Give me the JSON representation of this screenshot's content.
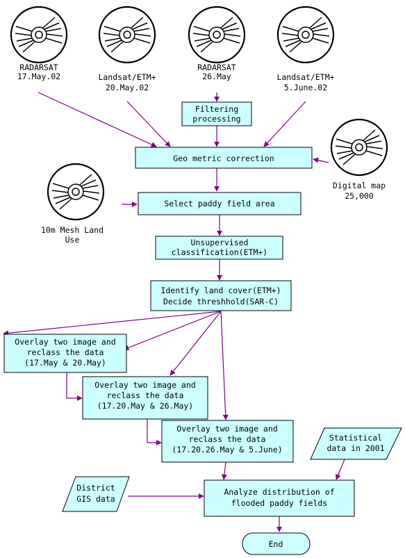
{
  "sources": {
    "radarsat_1": {
      "line1": "RADARSAT",
      "line2": "17.May.02",
      "icon": "disc-icon"
    },
    "landsat_1": {
      "line1": "Landsat/ETM+",
      "line2": "20.May.02",
      "icon": "disc-icon"
    },
    "radarsat_2": {
      "line1": "RADARSAT",
      "line2": "26.May",
      "icon": "disc-icon"
    },
    "landsat_2": {
      "line1": "Landsat/ETM+",
      "line2": "5.June.02",
      "icon": "disc-icon"
    },
    "digital_map": {
      "line1": "Digital map",
      "line2": "25,000",
      "icon": "disc-icon"
    },
    "land_use": {
      "line1": "10m Mesh Land",
      "line2": "Use",
      "icon": "disc-icon"
    }
  },
  "steps": {
    "filtering": {
      "line1": "Filtering",
      "line2": "processing"
    },
    "geometric": {
      "line1": "Geo metric correction"
    },
    "select_paddy": {
      "line1": "Select paddy field area"
    },
    "unsupervised": {
      "line1": "Unsupervised",
      "line2": "classification(ETM+)"
    },
    "identify": {
      "line1": "Identify land cover(ETM+)",
      "line2": "Decide threshhold(SAR-C)"
    },
    "overlay_1": {
      "line1": "Overlay two image and",
      "line2": "reclass the data",
      "line3": "(17.May & 20.May)"
    },
    "overlay_2": {
      "line1": "Overlay two image and",
      "line2": "reclass the data",
      "line3": "(17.20.May & 26.May)"
    },
    "overlay_3": {
      "line1": "Overlay two image and",
      "line2": "reclass the data",
      "line3": "(17.20.26.May & 5.June)"
    },
    "analyze": {
      "line1": "Analyze distribution of",
      "line2": "flooded paddy fields"
    },
    "end": {
      "line1": "End"
    }
  },
  "data_inputs": {
    "statistical": {
      "line1": "Statistical",
      "line2": "data in 2001"
    },
    "district": {
      "line1": "District",
      "line2": "GIS data"
    }
  },
  "colors": {
    "box_fill": "#ccffff",
    "edge": "#800080",
    "outline": "#000000"
  }
}
